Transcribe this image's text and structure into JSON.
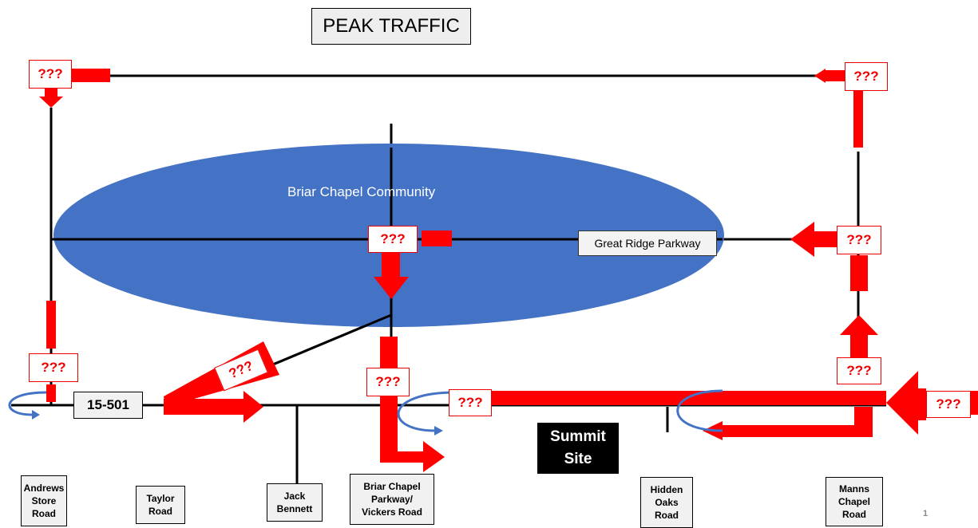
{
  "title": "PEAK TRAFFIC",
  "community_label": "Briar Chapel Community",
  "street_label": "Great Ridge Parkway",
  "highway_label": "15-501",
  "site_label": "Summit\nSite",
  "unknown_marker": "???",
  "road_labels": {
    "andrews": "Andrews\nStore\nRoad",
    "taylor": "Taylor\nRoad",
    "jack": "Jack\nBennett",
    "briar": "Briar Chapel\nParkway/\nVickers Road",
    "hidden": "Hidden\nOaks\nRoad",
    "manns": "Manns\nChapel\nRoad"
  },
  "page_number": "1",
  "colors": {
    "arrow": "#ff0000",
    "ellipse": "#4472c4",
    "road": "#000000",
    "uturn": "#4472c4"
  }
}
